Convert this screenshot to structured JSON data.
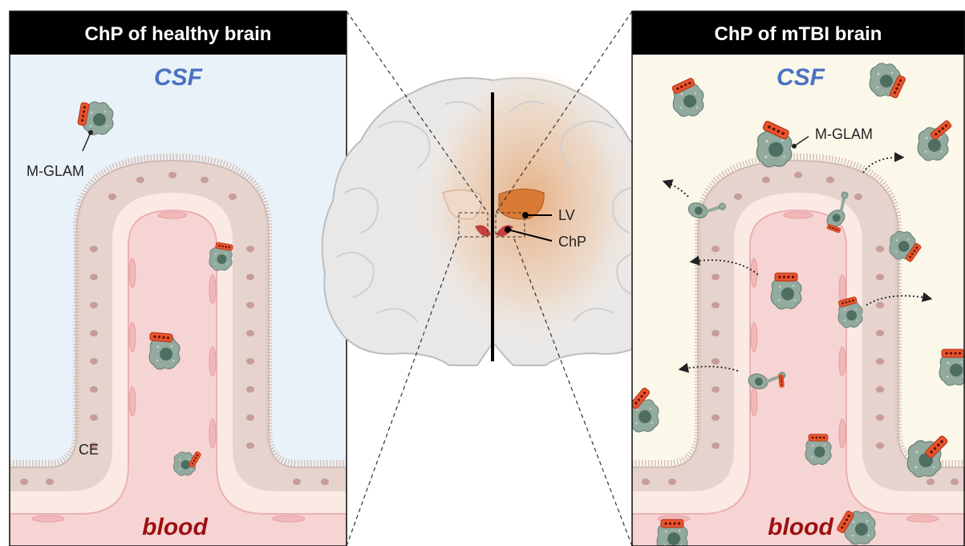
{
  "left_panel": {
    "title": "ChP of healthy brain",
    "top_label": "CSF",
    "bottom_label": "blood",
    "cell_label": "M-GLAM",
    "epithelium_label": "CE"
  },
  "right_panel": {
    "title": "ChP of mTBI brain",
    "top_label": "CSF",
    "bottom_label": "blood",
    "cell_label": "M-GLAM"
  },
  "brain": {
    "ventricle_label": "LV",
    "plexus_label": "ChP"
  },
  "colors": {
    "title_bg": "#000000",
    "csf_blue": "#4a72c4",
    "blood_red": "#9b1010",
    "healthy_bg": "#e9f2f8",
    "mtbi_bg": "#fbf8ea",
    "blood_bg": "#f7dede",
    "epithelium": "#e3cfc9",
    "macrophage": "#8fa79c",
    "receptor": "#e8542d",
    "lesion": "#e08a4a"
  }
}
